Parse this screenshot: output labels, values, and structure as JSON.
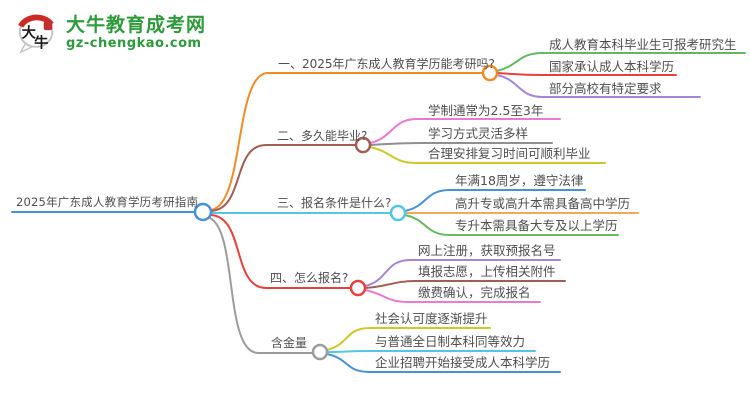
{
  "brand": {
    "name": "大牛教育成考网",
    "domain": "gz-chengkao.com",
    "logo_char_1": "大",
    "logo_char_2": "牛",
    "color": "#2e9a3c"
  },
  "mindmap": {
    "root": {
      "label": "2025年广东成人教育学历考研指南",
      "color": "#4a90d4"
    },
    "branches": [
      {
        "label": "一、2025年广东成人教育学历能考研吗?",
        "color": "#ef8c28",
        "children": [
          {
            "label": "成人教育本科毕业生可报考研究生",
            "color": "#62b962"
          },
          {
            "label": "国家承认成人本科学历",
            "color": "#e6413d"
          },
          {
            "label": "部分高校有特定要求",
            "color": "#a685d6"
          }
        ]
      },
      {
        "label": "二、多久能毕业?",
        "color": "#a05d52",
        "children": [
          {
            "label": "学制通常为2.5至3年",
            "color": "#ea79d2"
          },
          {
            "label": "学习方式灵活多样",
            "color": "#8f8f8f"
          },
          {
            "label": "合理安排复习时间可顺利毕业",
            "color": "#cfc72c"
          }
        ]
      },
      {
        "label": "三、报名条件是什么?",
        "color": "#53c6e8",
        "children": [
          {
            "label": "年满18周岁，遵守法律",
            "color": "#4a90d4"
          },
          {
            "label": "高升专或高升本需具备高中学历",
            "color": "#f7a75c"
          },
          {
            "label": "专升本需具备大专及以上学历",
            "color": "#66bb5e"
          }
        ]
      },
      {
        "label": "四、怎么报名?",
        "color": "#e6413d",
        "children": [
          {
            "label": "网上注册，获取预报名号",
            "color": "#a685d6"
          },
          {
            "label": "填报志愿，上传相关附件",
            "color": "#a05d52"
          },
          {
            "label": "缴费确认，完成报名",
            "color": "#ea79d2"
          }
        ]
      },
      {
        "label": "含金量",
        "color": "#9c9c9c",
        "children": [
          {
            "label": "社会认可度逐渐提升",
            "color": "#cfc72c"
          },
          {
            "label": "与普通全日制本科同等效力",
            "color": "#53c6e8"
          },
          {
            "label": "企业招聘开始接受成人本科学历",
            "color": "#4a90d4"
          }
        ]
      }
    ]
  }
}
